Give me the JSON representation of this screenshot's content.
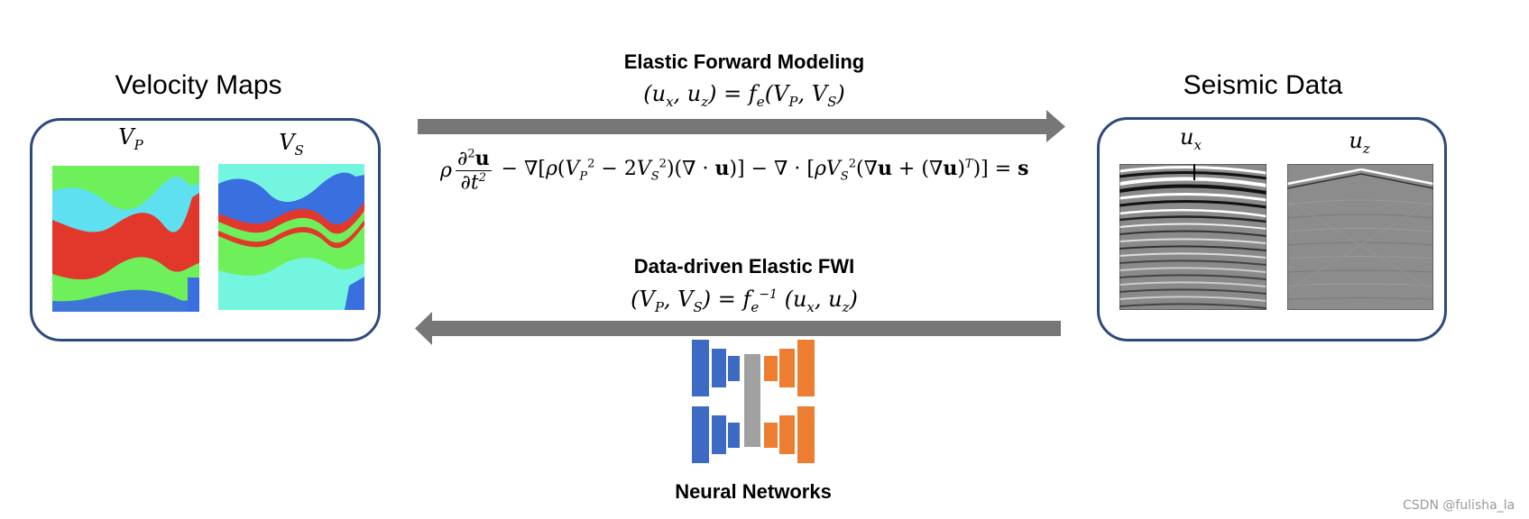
{
  "velocity": {
    "title": "Velocity Maps",
    "vp_label": "V",
    "vp_sub": "P",
    "vs_label": "V",
    "vs_sub": "S"
  },
  "seismic": {
    "title": "Seismic Data",
    "ux_label": "u",
    "ux_sub": "x",
    "uz_label": "u",
    "uz_sub": "z"
  },
  "forward": {
    "title": "Elastic Forward Modeling",
    "formula": "(u_x, u_z) = f_e(V_P, V_S)",
    "pde": "ρ ∂²u/∂t² − ∇[ρ(V_P² − 2V_S²)(∇·u)] − ∇·[ρV_S²(∇u + (∇u)^T)] = s"
  },
  "inverse": {
    "title": "Data-driven Elastic FWI",
    "formula": "(V_P, V_S) = f_e^{-1} (u_x, u_z)"
  },
  "network": {
    "label": "Neural Networks"
  },
  "watermark": "CSDN @fulisha_la",
  "colors": {
    "panel_border": "#2c4a7c",
    "arrow": "#777777",
    "layer_green": "#6ef05a",
    "layer_cyan": "#5ee0f0",
    "layer_red": "#e2382c",
    "layer_blue": "#3a6fe0",
    "layer_aqua": "#74f5e0",
    "nn_blue": "#3d6bc4",
    "nn_gray": "#a0a0a0",
    "nn_orange": "#ed7d31"
  }
}
